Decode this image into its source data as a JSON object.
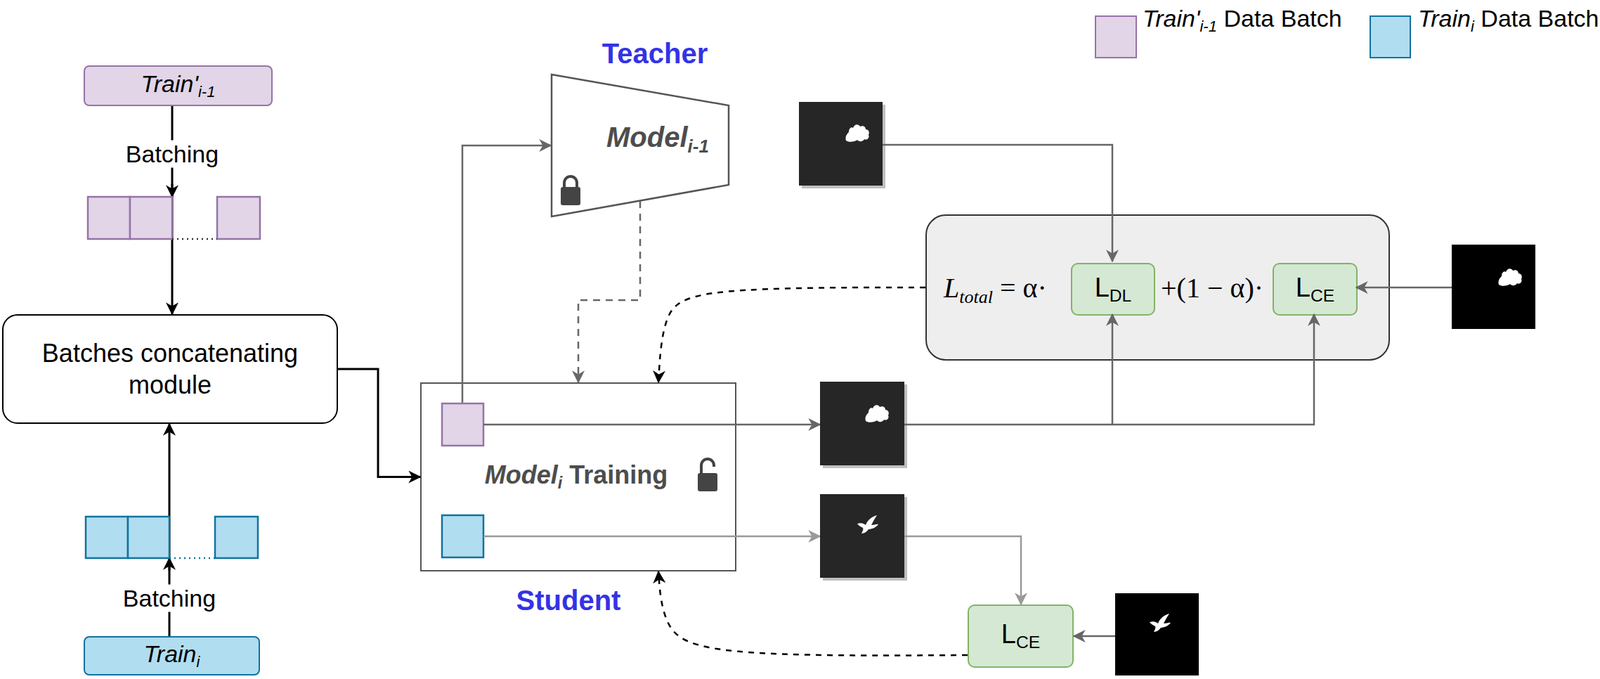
{
  "diagram": {
    "nodes": [
      {
        "text": [
          "Train'i-1"
        ]
      },
      {
        "text": [
          "Batches concatenating module"
        ]
      },
      {
        "text": [
          "Traini"
        ]
      },
      {
        "text": [
          "Teacher",
          "Modeli-1"
        ]
      },
      {
        "text": [
          "Modeli Training",
          "Student"
        ]
      },
      {
        "text": [
          "Ltotal = α·",
          "+(1 − α)·"
        ]
      },
      {
        "text": [
          "LDL"
        ],
        "in": 5
      },
      {
        "text": [
          "LCE"
        ],
        "in": 5
      },
      {
        "text": [
          "LCE"
        ]
      }
    ],
    "edges": [
      {
        "from": 0,
        "to": 1,
        "arrow": "to",
        "label": "Batching"
      },
      {
        "from": 2,
        "to": 1,
        "arrow": "to",
        "label": "Batching"
      },
      {
        "from": 1,
        "to": 4,
        "arrow": "to"
      },
      {
        "from": 4,
        "to": 3,
        "arrow": "to"
      },
      {
        "from": 3,
        "to": 4,
        "arrow": "to"
      },
      {
        "from": 5,
        "to": 4,
        "arrow": "to"
      },
      {
        "from": 8,
        "to": 4,
        "arrow": "to"
      }
    ],
    "legend": [
      {
        "text": "Train'i-1 Data Batch",
        "color": "#e1d5e7"
      },
      {
        "text": "Traini Data Batch",
        "color": "#b1ddf0"
      }
    ]
  }
}
